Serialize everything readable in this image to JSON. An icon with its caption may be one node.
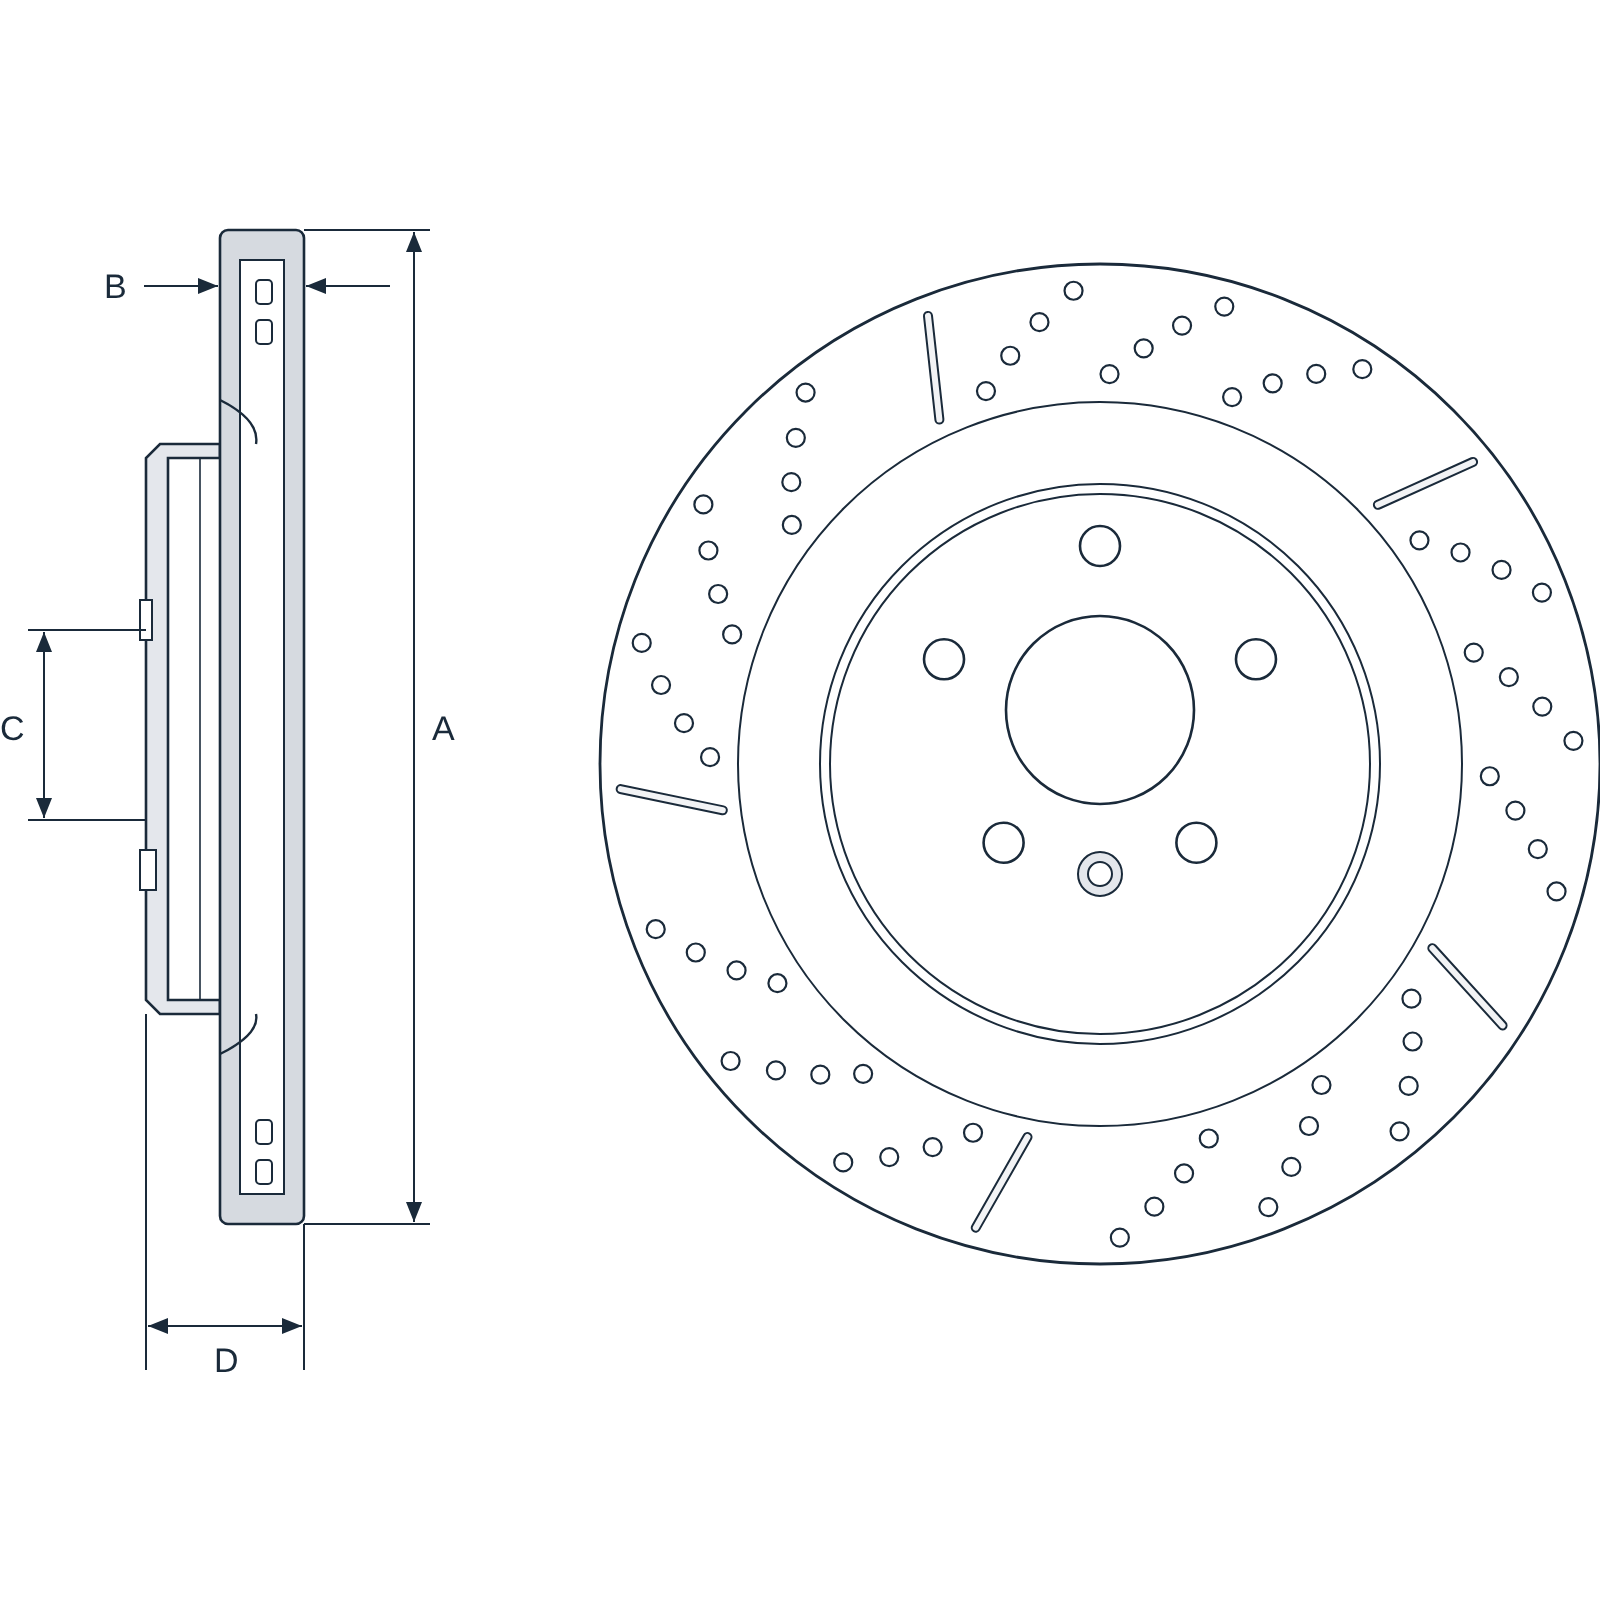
{
  "diagram": {
    "labels": [
      "B",
      "C",
      "A",
      "D"
    ]
  }
}
